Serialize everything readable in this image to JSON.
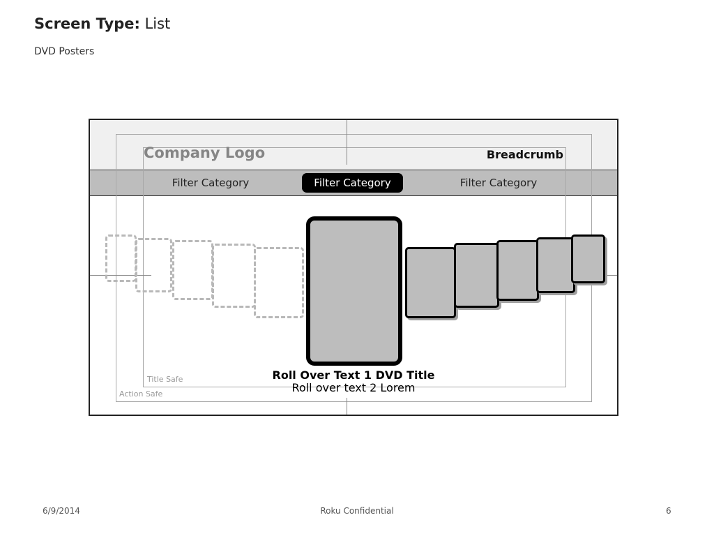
{
  "slide": {
    "title_bold": "Screen Type:",
    "title_rest": "List",
    "subtitle": "DVD Posters"
  },
  "screen": {
    "company_logo": "Company Logo",
    "breadcrumb": "Breadcrumb",
    "filters": [
      "Filter Category",
      "Filter Category",
      "Filter Category"
    ],
    "active_filter_index": 1,
    "rollover_text_1": "Roll Over Text 1 DVD Title",
    "rollover_text_2": "Roll over text 2 Lorem",
    "title_safe_label": "Title Safe",
    "action_safe_label": "Action Safe"
  },
  "footer": {
    "date": "6/9/2014",
    "center": "Roku Confidential",
    "page_number": "6"
  }
}
